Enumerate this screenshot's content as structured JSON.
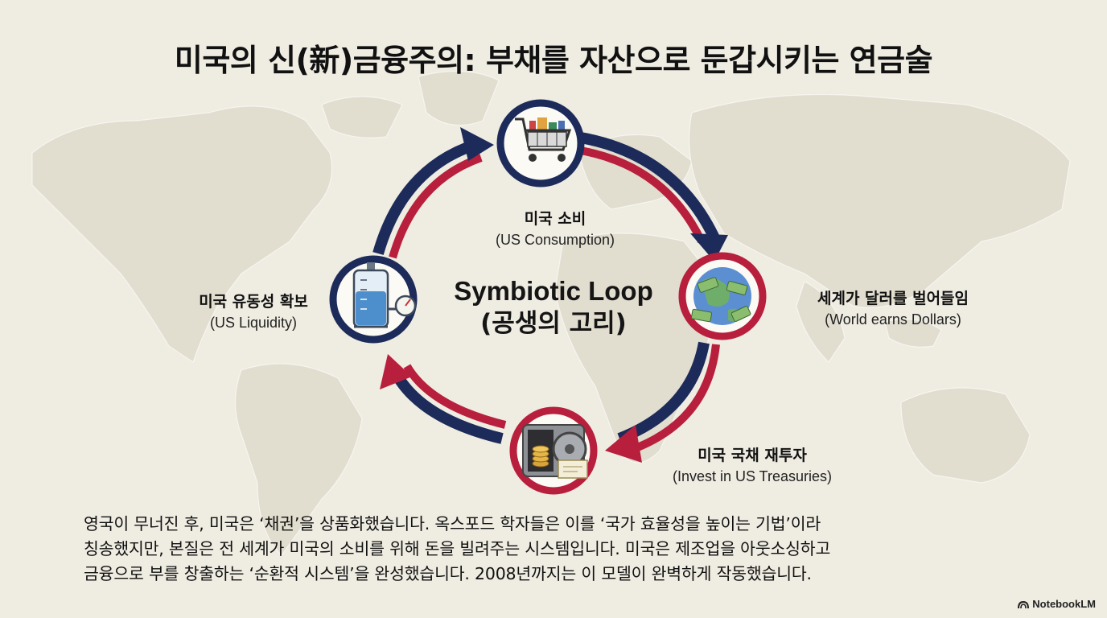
{
  "title": "미국의 신(新)금융주의: 부채를 자산으로 둔갑시키는 연금술",
  "center": {
    "line1": "Symbiotic Loop",
    "line2": "(공생의 고리)"
  },
  "nodes": {
    "consumption": {
      "ko": "미국 소비",
      "en": "(US Consumption)",
      "icon": "shopping-cart-icon"
    },
    "world": {
      "ko": "세계가 달러를 벌어들임",
      "en": "(World earns Dollars)",
      "icon": "globe-money-icon"
    },
    "treasuries": {
      "ko": "미국 국채 재투자",
      "en": "(Invest in US Treasuries)",
      "icon": "vault-icon"
    },
    "liquidity": {
      "ko": "미국 유동성 확보",
      "en": "(US Liquidity)",
      "icon": "water-tank-gauge-icon"
    }
  },
  "body": {
    "line1": "영국이 무너진 후, 미국은 ‘채권’을 상품화했습니다. 옥스포드 학자들은 이를 ‘국가 효율성을 높이는 기법’이라",
    "line2": "칭송했지만, 본질은 전 세계가 미국의 소비를 위해 돈을 빌려주는 시스템입니다. 미국은 제조업을 아웃소싱하고",
    "line3": "금융으로 부를 창출하는 ‘순환적 시스템’을 완성했습니다. 2008년까지는 이 모델이 완벽하게 작동했습니다."
  },
  "brand": "NotebookLM",
  "colors": {
    "navy": "#1d2b5a",
    "crimson": "#b81f3c",
    "background": "#efece2",
    "map": "#e0dccd"
  }
}
